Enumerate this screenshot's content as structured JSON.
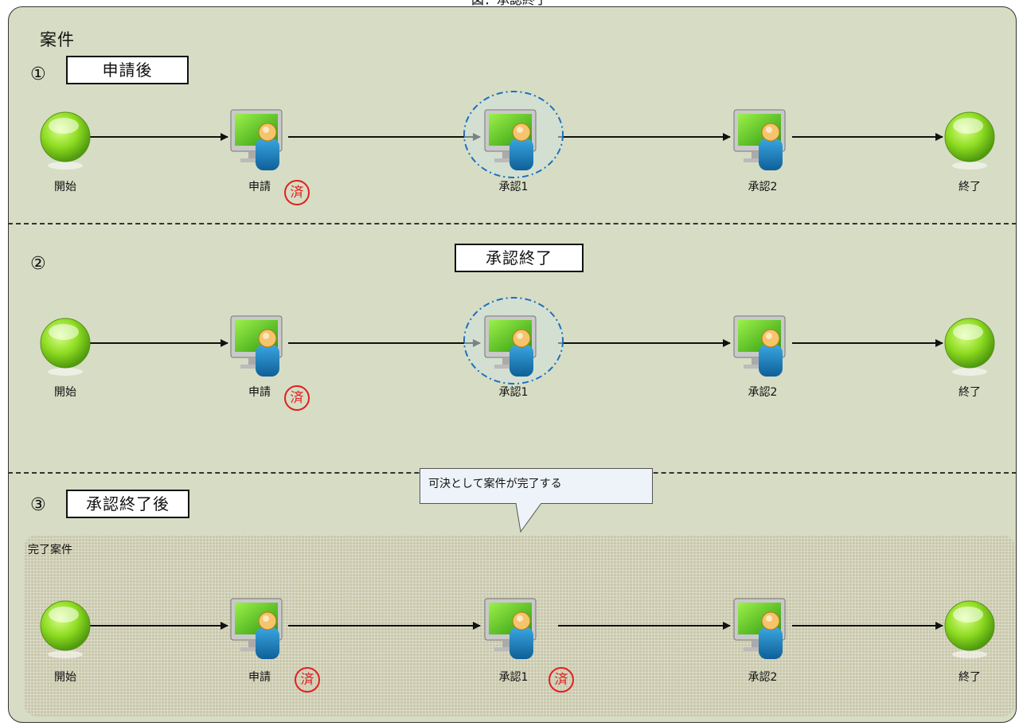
{
  "top_caption": "図：承認終了",
  "case_title": "案件",
  "rows": [
    {
      "number": "①",
      "box_label": "申請後",
      "nodes": [
        {
          "type": "start",
          "label": "開始"
        },
        {
          "type": "user",
          "label": "申請",
          "done_mark": "済"
        },
        {
          "type": "user",
          "label": "承認1",
          "highlighted": true
        },
        {
          "type": "user",
          "label": "承認2"
        },
        {
          "type": "end",
          "label": "終了"
        }
      ]
    },
    {
      "number": "②",
      "box_label": "承認終了",
      "nodes": [
        {
          "type": "start",
          "label": "開始"
        },
        {
          "type": "user",
          "label": "申請",
          "done_mark": "済"
        },
        {
          "type": "user",
          "label": "承認1",
          "highlighted": true
        },
        {
          "type": "user",
          "label": "承認2"
        },
        {
          "type": "end",
          "label": "終了"
        }
      ]
    },
    {
      "number": "③",
      "box_label": "承認終了後",
      "region_label": "完了案件",
      "callout": "可決として案件が完了する",
      "nodes": [
        {
          "type": "start",
          "label": "開始"
        },
        {
          "type": "user",
          "label": "申請",
          "done_mark": "済"
        },
        {
          "type": "user",
          "label": "承認1",
          "done_mark": "済"
        },
        {
          "type": "user",
          "label": "承認2"
        },
        {
          "type": "end",
          "label": "終了"
        }
      ]
    }
  ],
  "colors": {
    "background": "#d6ddc4",
    "completed_region": "#c9c8ac",
    "stamp": "#e02020",
    "highlight": "#1f6fc0",
    "node_green": "#7fd11b"
  }
}
